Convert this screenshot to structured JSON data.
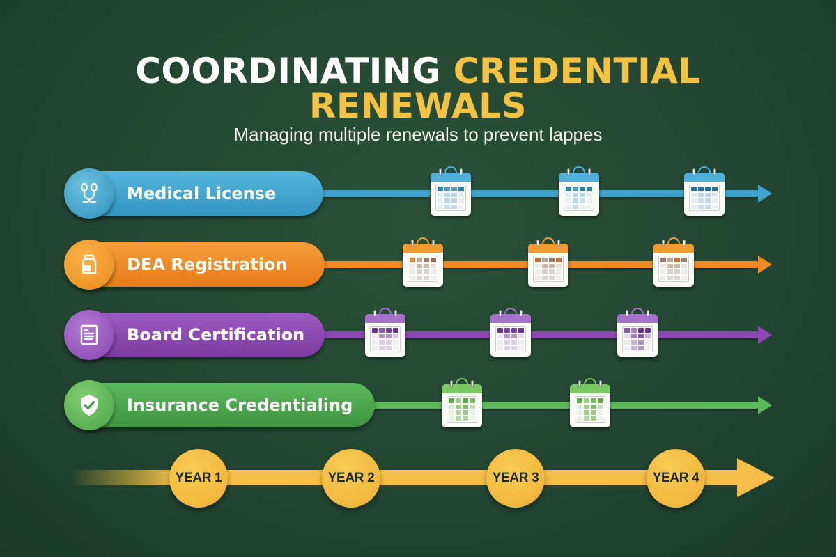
{
  "title": {
    "line1_white": "COORDINATING ",
    "line1_gold": "CREDENTIAL",
    "line2_gold": "RENEWALS"
  },
  "subtitle": "Managing multiple renewals to prevent lappes",
  "colors": {
    "background": "#234632",
    "title_accent": "#f5c242",
    "medical_license": "#3fa3cc",
    "dea_registration": "#ef8a24",
    "board_certification": "#8a48b0",
    "insurance_credentialing": "#4ea44f",
    "year_timeline": "#f5be48"
  },
  "credentials": [
    {
      "label": "Medical License",
      "icon": "stethoscope-icon",
      "color": "#3fa3cc",
      "renewal_icons": 3
    },
    {
      "label": "DEA Registration",
      "icon": "medicine-bottle-icon",
      "color": "#ef8a24",
      "renewal_icons": 3
    },
    {
      "label": "Board Certification",
      "icon": "certificate-document-icon",
      "color": "#8a48b0",
      "renewal_icons": 3
    },
    {
      "label": "Insurance Credentialing",
      "icon": "shield-check-icon",
      "color": "#4ea44f",
      "renewal_icons": 2
    }
  ],
  "timeline": {
    "years": [
      "YEAR 1",
      "YEAR 2",
      "YEAR 3",
      "YEAR 4"
    ]
  }
}
